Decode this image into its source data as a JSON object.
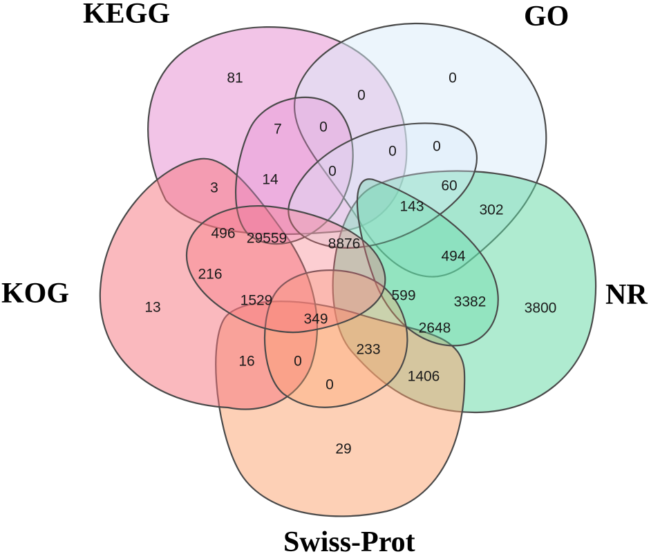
{
  "sets": [
    {
      "name": "KEGG",
      "color": "#e68ad0"
    },
    {
      "name": "GO",
      "color": "#d9ecf9"
    },
    {
      "name": "NR",
      "color": "#5fd8a2"
    },
    {
      "name": "Swiss-Prot",
      "color": "#fca26e"
    },
    {
      "name": "KOG",
      "color": "#f5737d"
    }
  ],
  "regions": [
    {
      "id": "kegg-only",
      "count": "81"
    },
    {
      "id": "go-only",
      "count": "0"
    },
    {
      "id": "kegg-go",
      "count": "0"
    },
    {
      "id": "r-7",
      "count": "7"
    },
    {
      "id": "r-0-a",
      "count": "0"
    },
    {
      "id": "r-0-b",
      "count": "0"
    },
    {
      "id": "r-0-c",
      "count": "0"
    },
    {
      "id": "r-0-d",
      "count": "0"
    },
    {
      "id": "r-3",
      "count": "3"
    },
    {
      "id": "r-14",
      "count": "14"
    },
    {
      "id": "r-60",
      "count": "60"
    },
    {
      "id": "r-143",
      "count": "143"
    },
    {
      "id": "go-nr",
      "count": "302"
    },
    {
      "id": "r-496",
      "count": "496"
    },
    {
      "id": "r-29559",
      "count": "29559"
    },
    {
      "id": "all-five",
      "count": "8876"
    },
    {
      "id": "r-494",
      "count": "494"
    },
    {
      "id": "r-216",
      "count": "216"
    },
    {
      "id": "kog-only",
      "count": "13"
    },
    {
      "id": "r-1529",
      "count": "1529"
    },
    {
      "id": "r-349",
      "count": "349"
    },
    {
      "id": "r-599",
      "count": "599"
    },
    {
      "id": "r-3382",
      "count": "3382"
    },
    {
      "id": "nr-only",
      "count": "3800"
    },
    {
      "id": "r-2648",
      "count": "2648"
    },
    {
      "id": "r-233",
      "count": "233"
    },
    {
      "id": "r-16",
      "count": "16"
    },
    {
      "id": "r-0-e",
      "count": "0"
    },
    {
      "id": "r-1406",
      "count": "1406"
    },
    {
      "id": "r-0-f",
      "count": "0"
    },
    {
      "id": "swissprot-only",
      "count": "29"
    }
  ]
}
